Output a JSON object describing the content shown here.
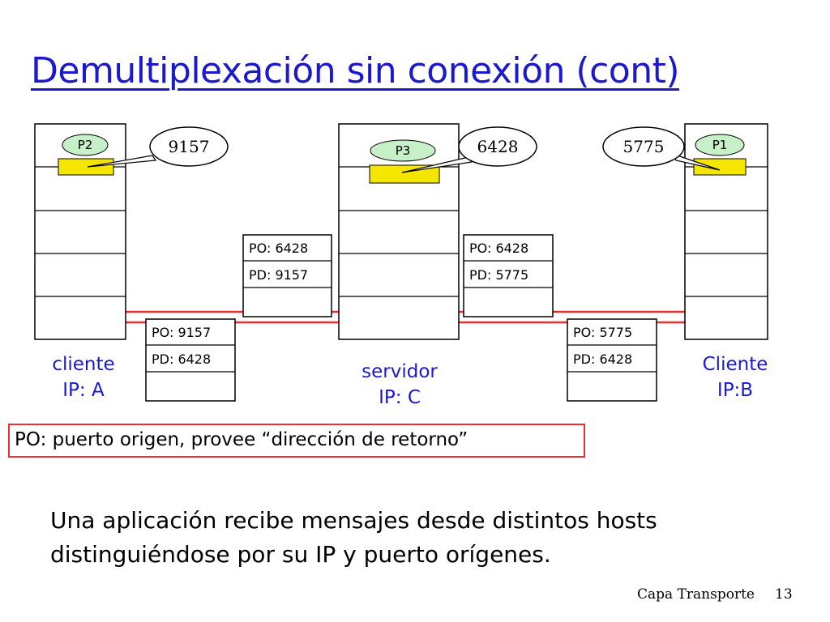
{
  "title": "Demultiplexación sin conexión (cont)",
  "hosts": {
    "client_a": {
      "label_line1": "cliente",
      "label_line2": "IP: A",
      "process": "P2",
      "port_bubble": "9157"
    },
    "server_c": {
      "label_line1": "servidor",
      "label_line2": "IP: C",
      "process": "P3",
      "port_bubble": "6428"
    },
    "client_b": {
      "label_line1": "Cliente",
      "label_line2": "IP:B",
      "process": "P1",
      "port_bubble": "5775"
    }
  },
  "segments": {
    "a_to_c": {
      "po": "PO: 9157",
      "pd": "PD: 6428"
    },
    "c_to_a": {
      "po": "PO: 6428",
      "pd": "PD: 9157"
    },
    "c_to_b": {
      "po": "PO: 6428",
      "pd": "PD: 5775"
    },
    "b_to_c": {
      "po": "PO: 5775",
      "pd": "PD: 6428"
    }
  },
  "legend": "PO: puerto origen, provee “dirección de retorno”",
  "note": "Una aplicación recibe mensajes desde distintos hosts distinguiéndose por su IP y puerto orígenes.",
  "footer": {
    "section": "Capa Transporte",
    "page": "13"
  },
  "colors": {
    "title": "#1a1acc",
    "link_line": "#e83030",
    "process_fill": "#c8f0c8",
    "socket_fill": "#f5e600"
  }
}
